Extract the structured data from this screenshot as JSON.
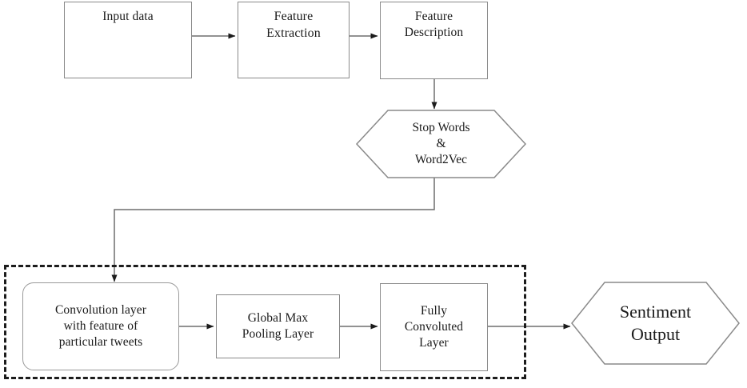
{
  "diagram": {
    "title": "Sentiment analysis CNN pipeline flowchart",
    "background_color": "#ffffff",
    "stroke_color": "#8a8a8a",
    "arrow_color": "#1c1c1c",
    "dashed_border_color": "#1c1c1c",
    "nodes": {
      "input_data": {
        "label": "Input data",
        "shape": "rectangle"
      },
      "feature_extraction": {
        "label": "Feature\nExtraction",
        "shape": "rectangle"
      },
      "feature_description": {
        "label": "Feature\nDescription",
        "shape": "rectangle"
      },
      "stop_words": {
        "label": "Stop Words\n&\nWord2Vec",
        "shape": "hexagon"
      },
      "convolution_layer": {
        "label": "Convolution layer\nwith feature of\nparticular tweets",
        "shape": "rounded-rectangle"
      },
      "global_max_pooling": {
        "label": "Global Max\nPooling Layer",
        "shape": "rectangle"
      },
      "fully_convoluted": {
        "label": "Fully\nConvoluted\nLayer",
        "shape": "rectangle"
      },
      "sentiment_output": {
        "label": "Sentiment\nOutput",
        "shape": "hexagon"
      }
    },
    "group": {
      "name": "cnn-group",
      "style": "dashed"
    }
  }
}
